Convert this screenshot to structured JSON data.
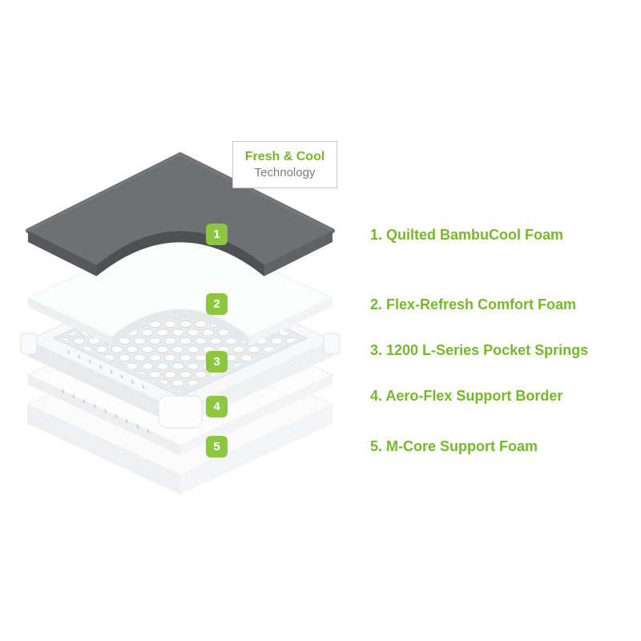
{
  "callout": {
    "line1": "Fresh & Cool",
    "line2": "Technology"
  },
  "legend": {
    "items": [
      {
        "number": "1",
        "label": "1. Quilted BambuCool Foam"
      },
      {
        "number": "2",
        "label": "2. Flex-Refresh Comfort Foam"
      },
      {
        "number": "3",
        "label": "3. 1200 L-Series Pocket Springs"
      },
      {
        "number": "4",
        "label": "4. Aero-Flex Support Border"
      },
      {
        "number": "5",
        "label": "5. M-Core Support Foam"
      }
    ]
  },
  "colors": {
    "accent_badge_green": "#8DC63F",
    "legend_text_green": "#76B82B",
    "top_layer_gray": "#6E7072"
  }
}
